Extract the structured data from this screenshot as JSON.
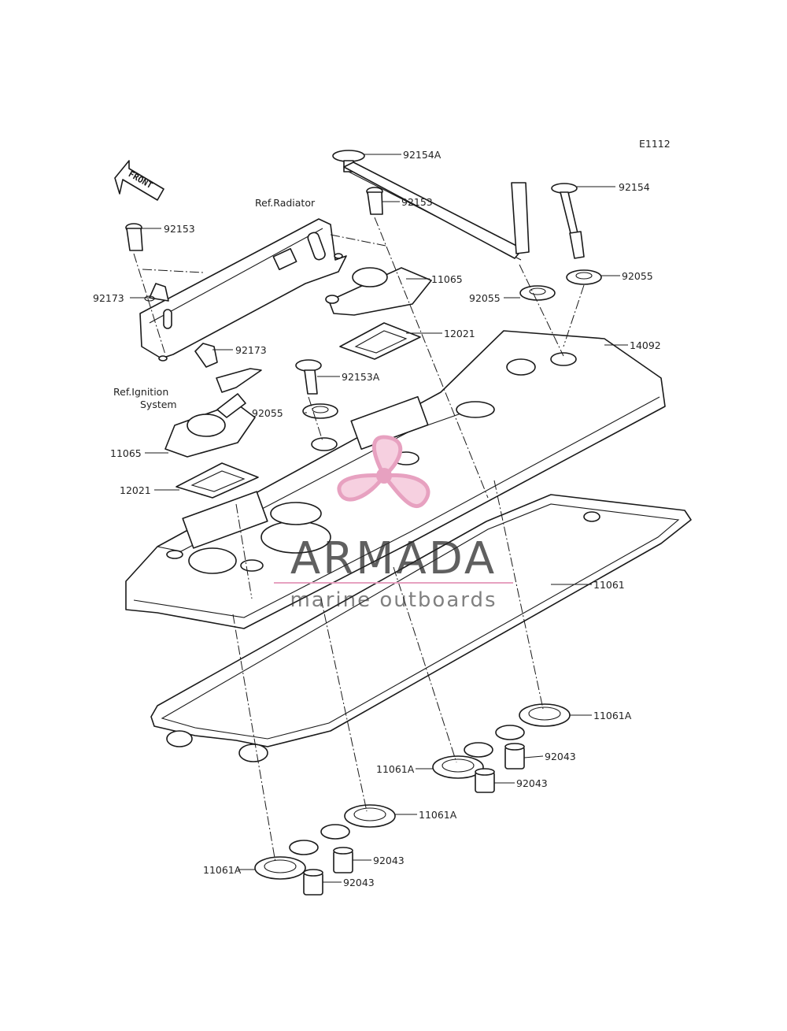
{
  "diagram_code": "E1112",
  "front_arrow_label": "FRONT",
  "labels": {
    "p92154A": "92154A",
    "p92154": "92154",
    "p92153_left": "92153",
    "p92153_mid": "92153",
    "p92153A": "92153A",
    "p92173_top": "92173",
    "p92173_mid": "92173",
    "p11065_right": "11065",
    "p11065_left": "11065",
    "p12021_right": "12021",
    "p12021_left": "12021",
    "p92055_right": "92055",
    "p92055_mid": "92055",
    "p92055_left": "92055",
    "p14092": "14092",
    "p11061": "11061",
    "p11061A_r1": "11061A",
    "p11061A_r2": "11061A",
    "p11061A_l1": "11061A",
    "p11061A_l2": "11061A",
    "p92043_r1": "92043",
    "p92043_r2": "92043",
    "p92043_l1": "92043",
    "p92043_l2": "92043"
  },
  "references": {
    "radiator": "Ref.Radiator",
    "ignition_line1": "Ref.Ignition",
    "ignition_line2": "System"
  },
  "watermark": {
    "brand": "ARMADA",
    "tagline": "marine outboards",
    "accent_color": "#e7a1c0",
    "text_color": "#2b2b2b"
  }
}
